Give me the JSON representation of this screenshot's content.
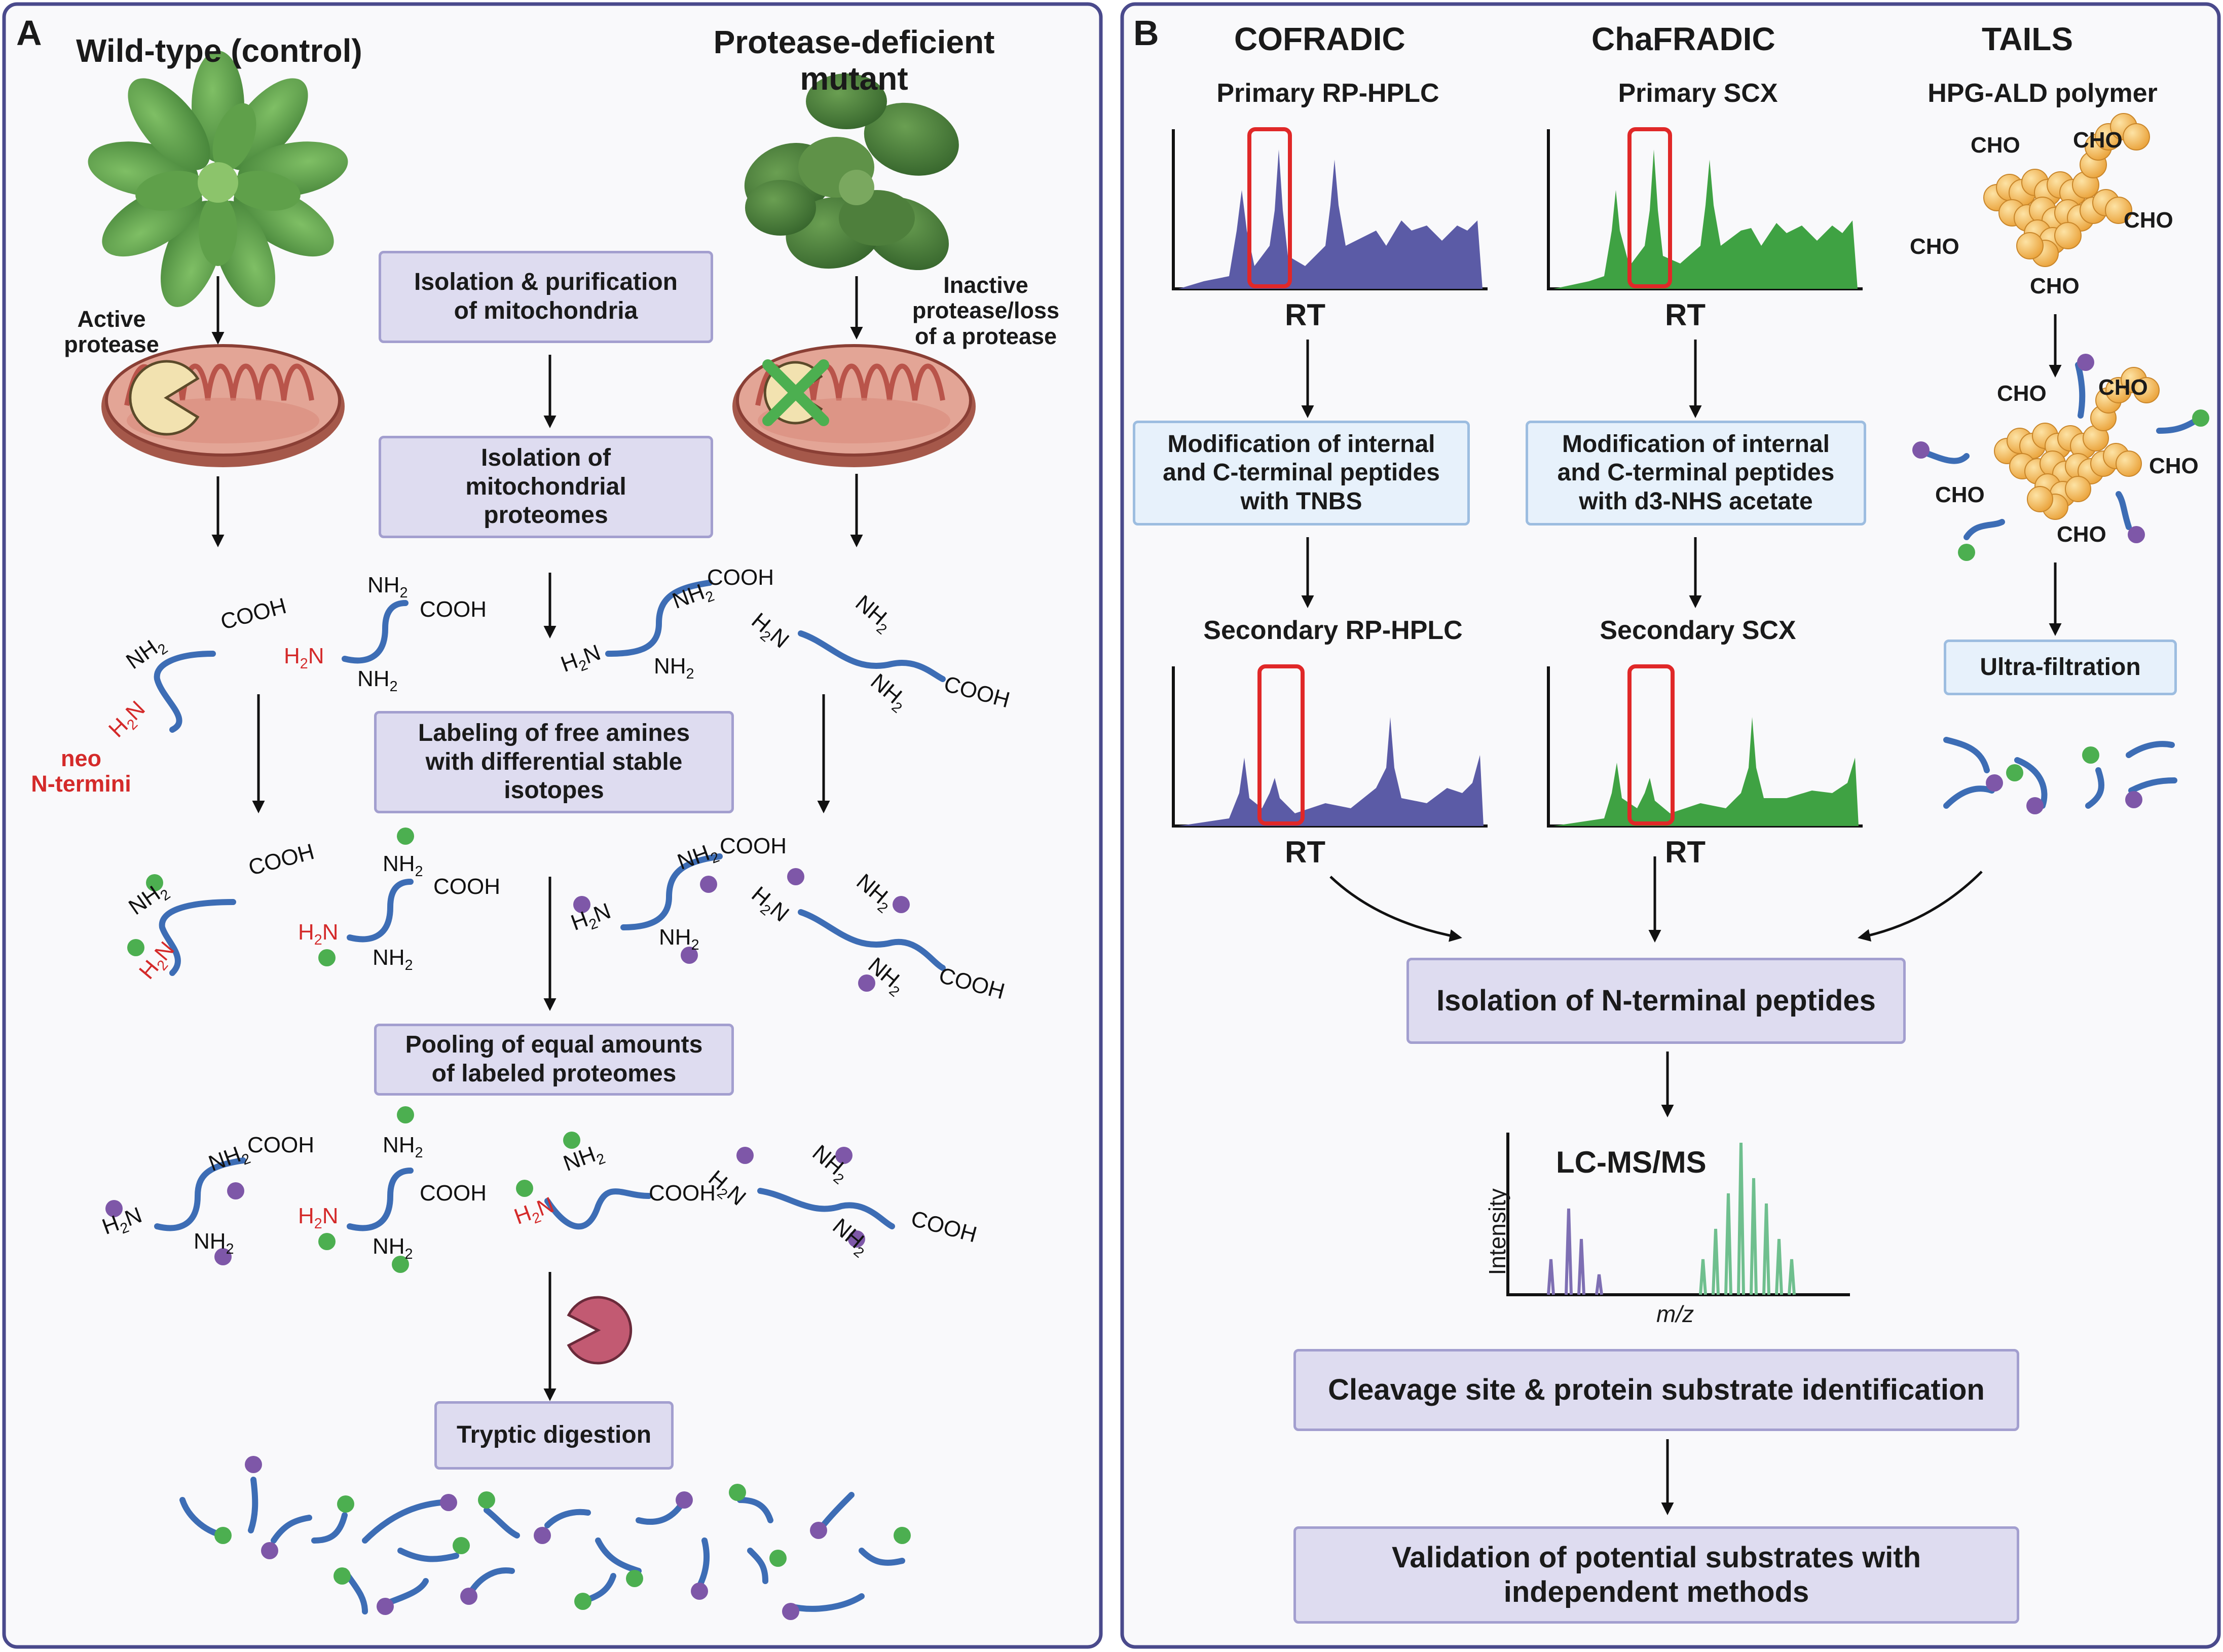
{
  "panels": {
    "a": {
      "letter": "A",
      "wildtype_title": "Wild-type (control)",
      "mutant_title": "Protease-deficient\nmutant",
      "active_protease_label": "Active\nprotease",
      "inactive_protease_label": "Inactive\nprotease/loss\nof a protease",
      "neo_ntermini_label": "neo\nN-termini",
      "steps": {
        "isolation_mito": "Isolation & purification\nof mitochondria",
        "isolation_proteomes": "Isolation of\nmitochondrial\nproteomes",
        "labeling": "Labeling of free amines\nwith differential stable\nisotopes",
        "pooling": "Pooling of equal amounts\nof labeled proteomes",
        "digestion": "Tryptic digestion"
      }
    },
    "b": {
      "letter": "B",
      "methods": [
        "COFRADIC",
        "ChaFRADIC",
        "TAILS"
      ],
      "cofradic": {
        "primary": "Primary RP-HPLC",
        "modification": "Modification of internal\nand C-terminal peptides\nwith TNBS",
        "secondary": "Secondary RP-HPLC"
      },
      "chafradic": {
        "primary": "Primary SCX",
        "modification": "Modification of internal\nand C-terminal peptides\nwith d3-NHS acetate",
        "secondary": "Secondary SCX"
      },
      "tails": {
        "polymer": "HPG-ALD polymer",
        "ultrafiltration": "Ultra-filtration"
      },
      "rt_label": "RT",
      "cho_label": "CHO",
      "isolation_nterm": "Isolation of N-terminal peptides",
      "lcms": "LC-MS/MS",
      "intensity_label": "Intensity",
      "mz_label": "m/z",
      "cleavage": "Cleavage site & protein substrate identification",
      "validation": "Validation of potential substrates with\nindependent methods"
    }
  },
  "chem": {
    "nh2": "NH",
    "cooh": "COOH",
    "h2n": "H",
    "n": "N",
    "sub2": "2"
  },
  "colors": {
    "peptide_blue": "#3d6db5",
    "label_green": "#4caf50",
    "label_purple": "#7e57a8",
    "neo_red": "#d42a2a",
    "box_lavender": "#dedcf0",
    "box_blue": "#e7f1fb",
    "cofradic_chrom": "#5b5ba6",
    "chafradic_chrom": "#3fa243",
    "highlight_red": "#e02828",
    "bead_orange": "#f5b94b",
    "protease_pink": "#c25a72"
  }
}
